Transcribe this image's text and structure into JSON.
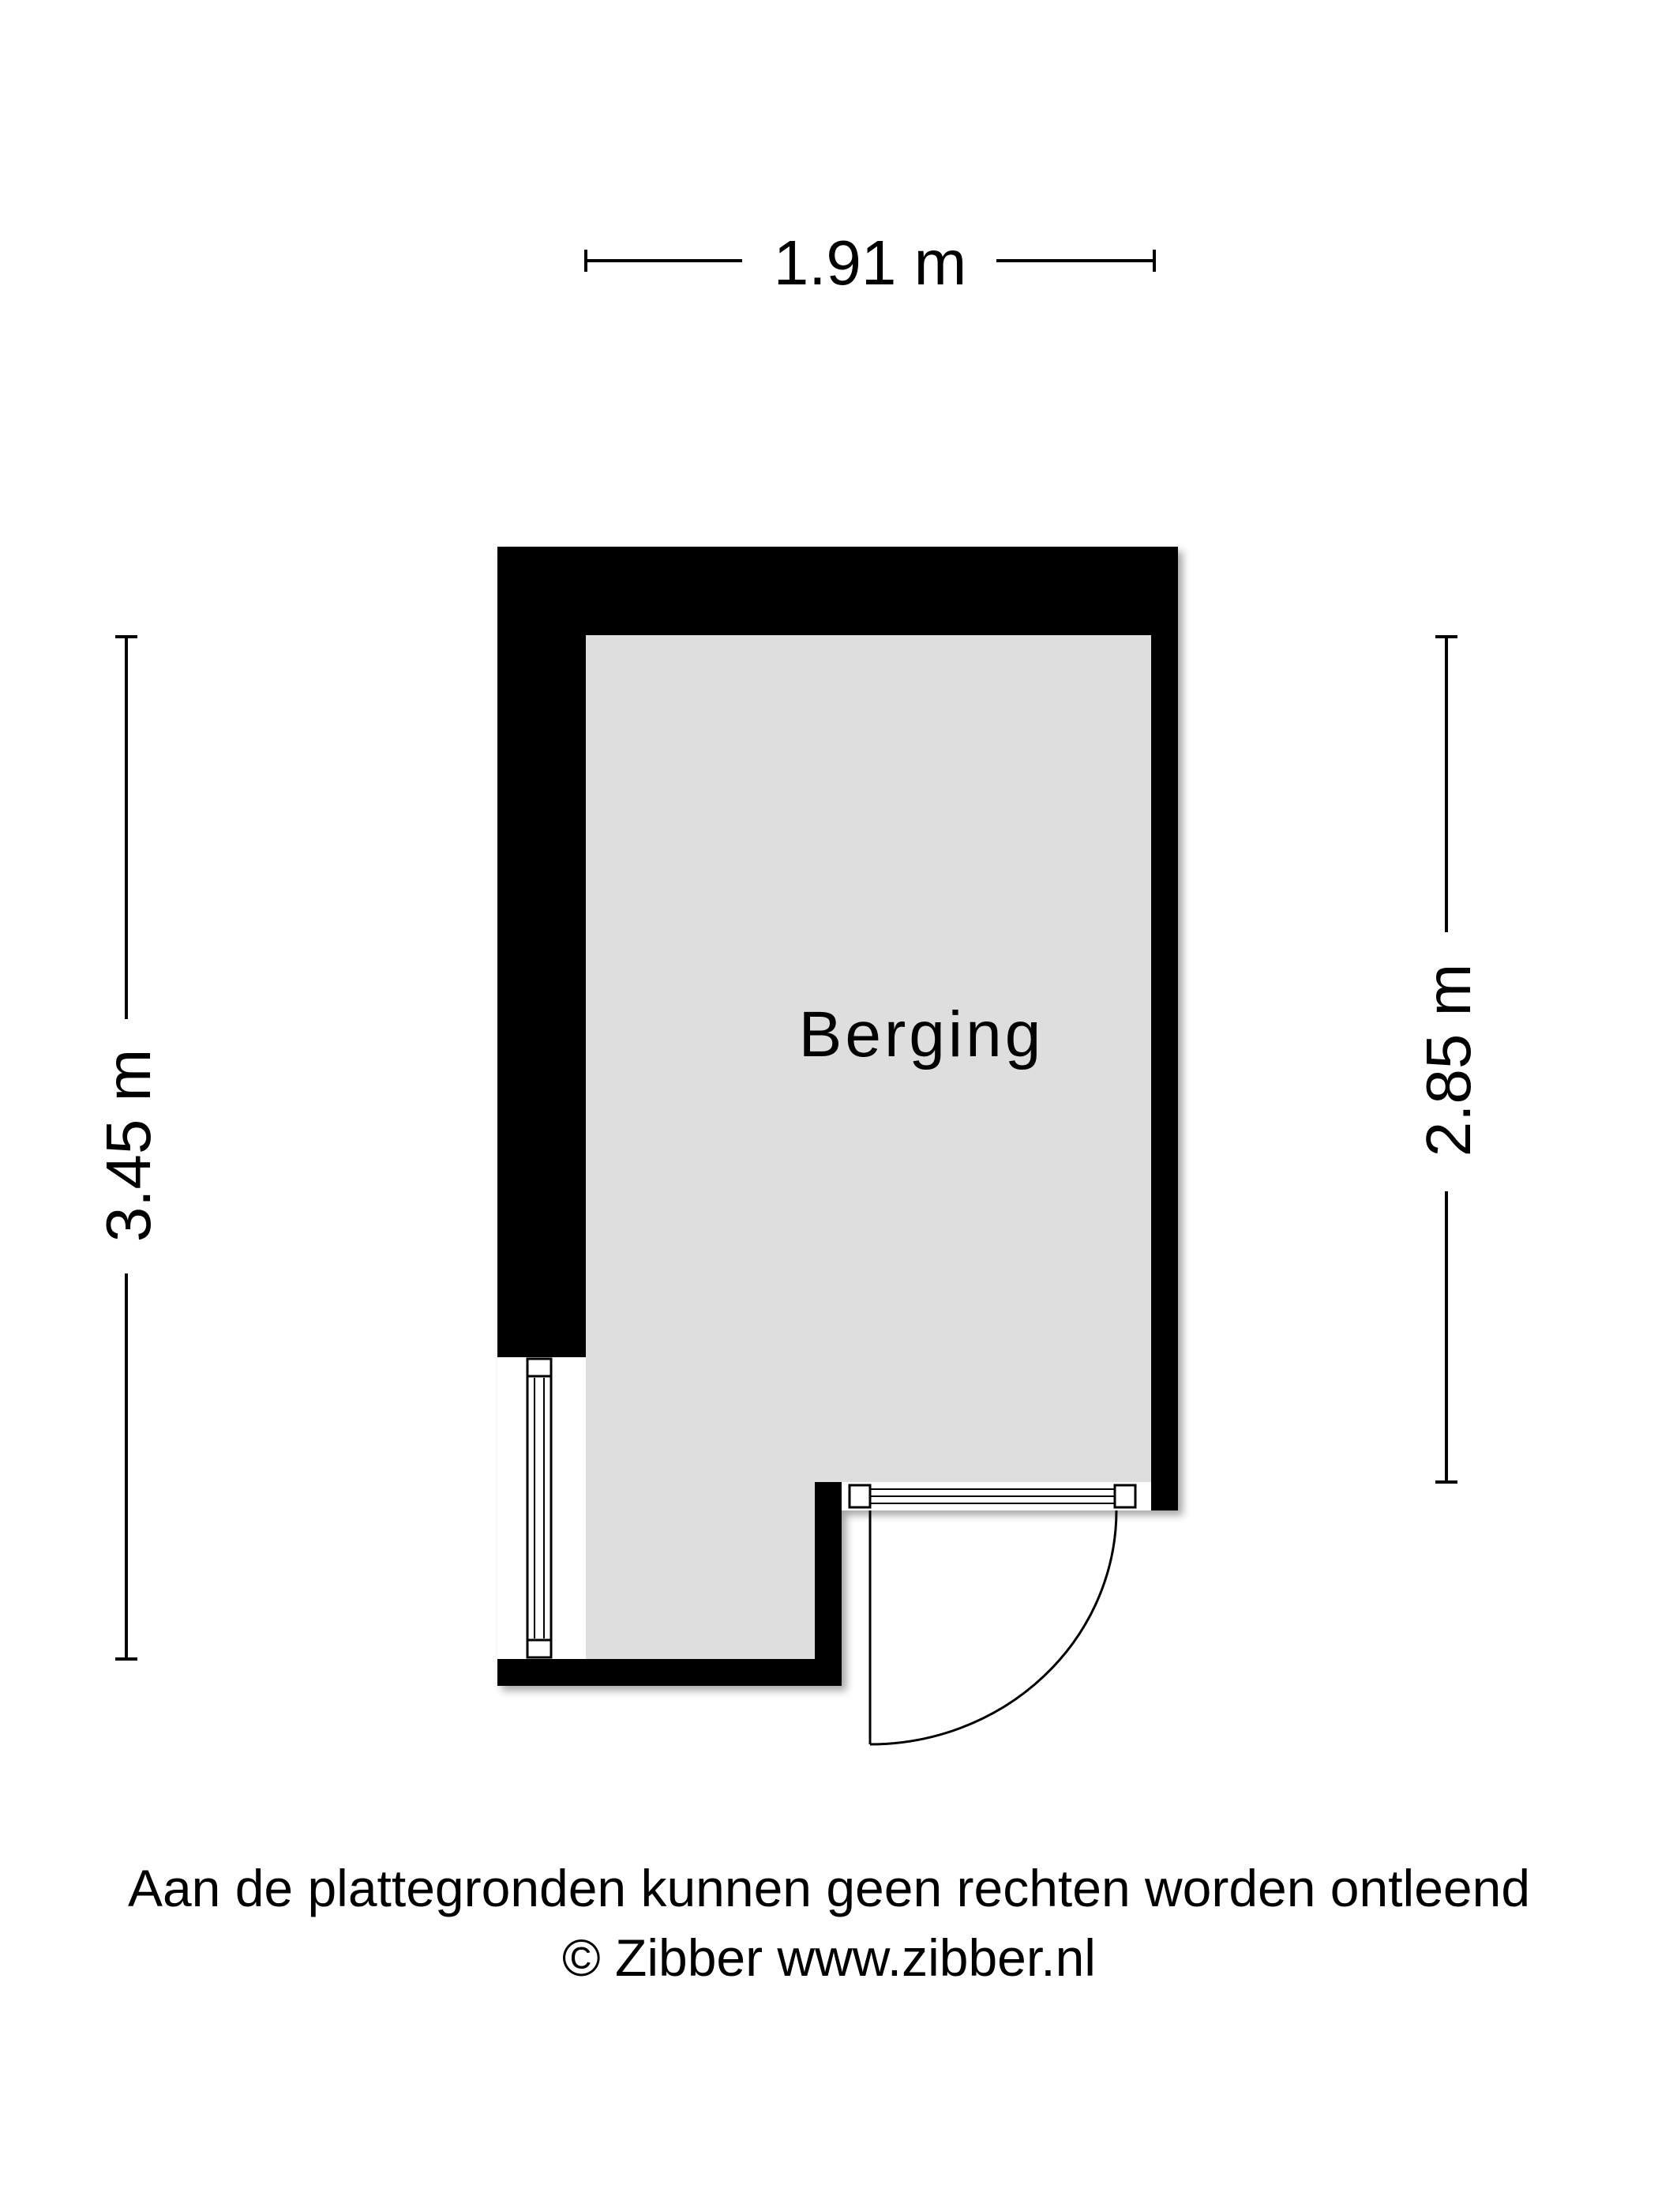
{
  "room": {
    "name": "Berging"
  },
  "dimensions": {
    "width": "1.91 m",
    "left_height": "3.45 m",
    "right_height": "2.85 m"
  },
  "footer": {
    "disclaimer": "Aan de plattegronden kunnen geen rechten worden ontleend",
    "copyright": "© Zibber www.zibber.nl"
  },
  "colors": {
    "wall": "#000000",
    "floor": "#dedede",
    "background": "#ffffff"
  }
}
